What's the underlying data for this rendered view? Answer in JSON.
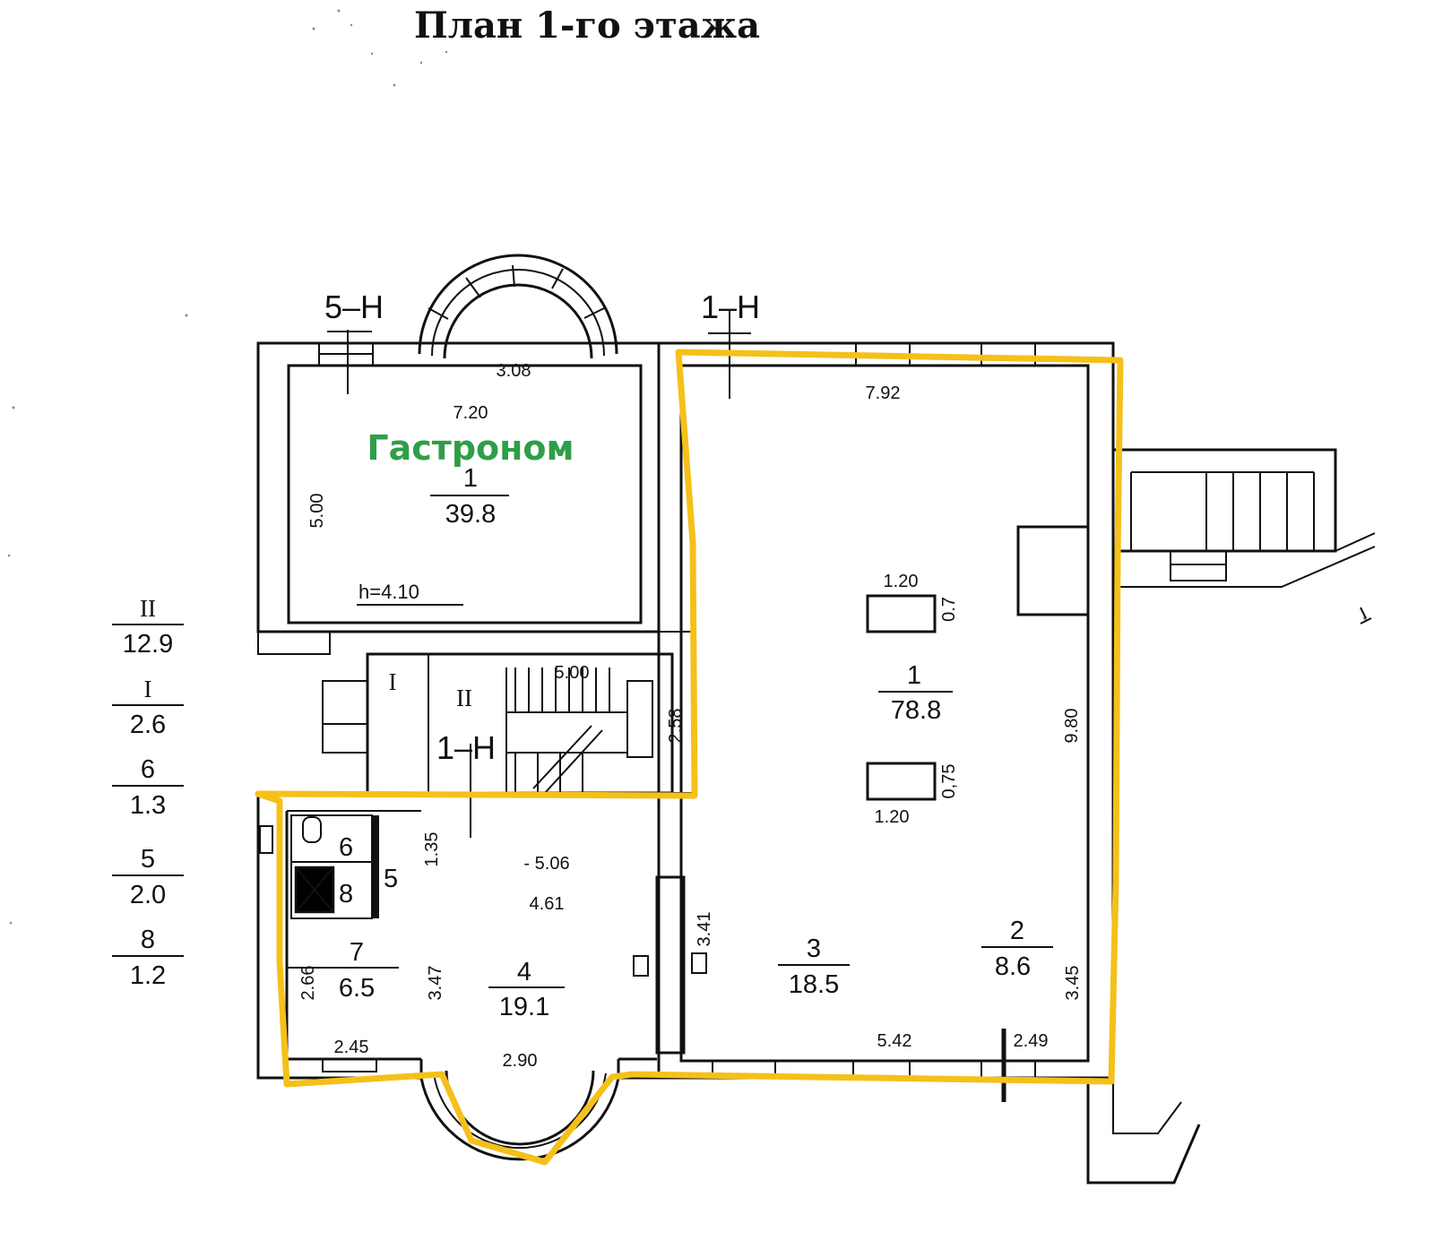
{
  "title": "План 1-го этажа",
  "shop_name": "Гастроном",
  "colors": {
    "highlight": "#f5c01a",
    "shop_label": "#2e9e48",
    "walls": "#111111"
  },
  "axis_marks": {
    "left_top": "5–Н",
    "right_top": "1–Н",
    "stair": "1–Н"
  },
  "rooms": {
    "gastronom": {
      "number": "1",
      "area": "39.8",
      "height": "h=4.10"
    },
    "hall": {
      "number": "1",
      "area": "78.8"
    },
    "room_2": {
      "number": "2",
      "area": "8.6"
    },
    "room_3": {
      "number": "3",
      "area": "18.5"
    },
    "room_4": {
      "number": "4",
      "area": "19.1"
    },
    "room_5": {
      "number": "5"
    },
    "room_6": {
      "number": "6"
    },
    "room_7": {
      "number": "7",
      "area": "6.5"
    },
    "room_8": {
      "number": "8"
    },
    "stair_i": {
      "number": "I"
    },
    "stair_ii": {
      "number": "II"
    }
  },
  "dimensions": {
    "d_308": "3.08",
    "d_720": "7.20",
    "d_500_v": "5.00",
    "d_792": "7.92",
    "d_120_a": "1.20",
    "d_07": "0.7",
    "d_075": "0,75",
    "d_120_b": "1.20",
    "d_980": "9.80",
    "d_500_stair": "5.00",
    "d_258": "2.58",
    "d_135": "1.35",
    "d_506": "- 5.06",
    "d_461": "4.61",
    "d_341": "3.41",
    "d_266": "2.66",
    "d_347": "3.47",
    "d_245": "2.45",
    "d_290": "2.90",
    "d_542": "5.42",
    "d_249": "2.49",
    "d_345": "3.45"
  },
  "legend": [
    {
      "num": "II",
      "area": "12.9"
    },
    {
      "num": "I",
      "area": "2.6"
    },
    {
      "num": "6",
      "area": "1.3"
    },
    {
      "num": "5",
      "area": "2.0"
    },
    {
      "num": "8",
      "area": "1.2"
    }
  ]
}
